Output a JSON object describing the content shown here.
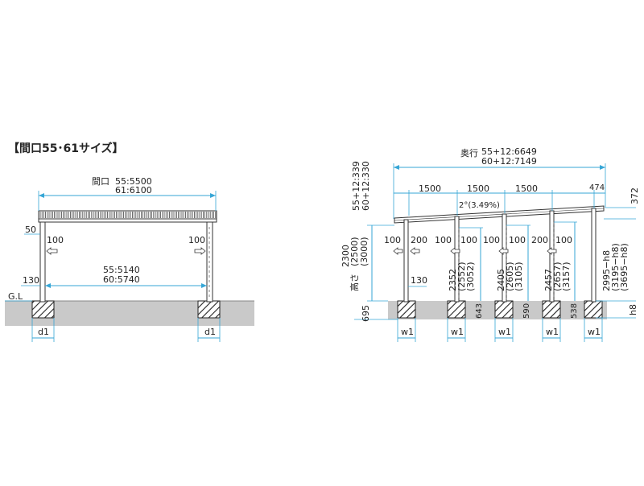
{
  "section_title": "【間口55･61サイズ】",
  "front": {
    "width_label": "間口",
    "width_55": "55:5500",
    "width_61": "61:6100",
    "dim_50": "50",
    "dim_100_left": "100",
    "dim_100_right": "100",
    "inner_55": "55:5140",
    "inner_60": "60:5740",
    "dim_130": "130",
    "gl": "G.L",
    "d1_left": "d1",
    "d1_right": "d1"
  },
  "side": {
    "depth_label": "奥行",
    "depth_1": "55+12:6649",
    "depth_2": "60+12:7149",
    "left_1": "55+12:339",
    "left_2": "60+12:330",
    "span_1": "1500",
    "span_2": "1500",
    "span_3": "1500",
    "span_end": "474",
    "slope": "2°(3.49%)",
    "dim_372": "372",
    "height_label": "高さ",
    "height_1": "2300",
    "height_2": "(2500)",
    "height_3": "(3000)",
    "post_gaps": [
      "100",
      "200",
      "100",
      "100",
      "100",
      "100",
      "200",
      "100"
    ],
    "dim_130": "130",
    "post_h_1": [
      "2352",
      "(2552)",
      "(3052)"
    ],
    "post_h_2": [
      "2405",
      "(2605)",
      "(3105)"
    ],
    "post_h_3": [
      "2457",
      "(2657)",
      "(3157)"
    ],
    "post_h_4": [
      "2995−h8",
      "(3195−h8)",
      "(3695−h8)"
    ],
    "embed_695": "695",
    "embed_643": "643",
    "embed_590": "590",
    "embed_538": "538",
    "embed_h8": "h8",
    "w1": [
      "w1",
      "w1",
      "w1",
      "w1",
      "w1"
    ]
  }
}
